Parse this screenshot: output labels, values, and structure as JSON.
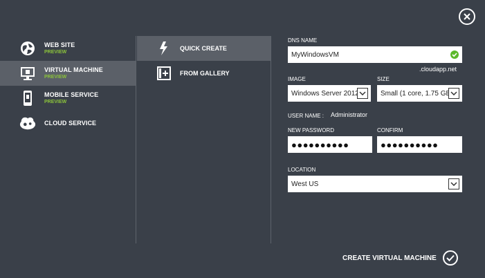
{
  "categories": [
    {
      "label": "WEB SITE",
      "badge": "PREVIEW",
      "icon": "globe-icon"
    },
    {
      "label": "VIRTUAL MACHINE",
      "badge": "PREVIEW",
      "icon": "monitor-icon",
      "selected": true
    },
    {
      "label": "MOBILE SERVICE",
      "badge": "PREVIEW",
      "icon": "mobile-icon"
    },
    {
      "label": "CLOUD SERVICE",
      "badge": "",
      "icon": "gears-icon"
    }
  ],
  "options": [
    {
      "label": "QUICK CREATE",
      "icon": "lightning-icon",
      "selected": true
    },
    {
      "label": "FROM GALLERY",
      "icon": "gallery-plus-icon"
    }
  ],
  "form": {
    "dns_label": "DNS NAME",
    "dns_value": "MyWindowsVM",
    "dns_suffix": ".cloudapp.net",
    "image_label": "IMAGE",
    "image_value": "Windows Server 2012, ",
    "size_label": "SIZE",
    "size_value": "Small (1 core, 1.75 GB",
    "username_label": "USER NAME :",
    "username_value": "Administrator",
    "password_label": "NEW PASSWORD",
    "password_value": "●●●●●●●●●●",
    "confirm_label": "CONFIRM",
    "confirm_value": "●●●●●●●●●●",
    "location_label": "LOCATION",
    "location_value": "West US"
  },
  "actions": {
    "create_label": "CREATE VIRTUAL MACHINE"
  },
  "colors": {
    "background": "#3a4049",
    "selected": "#5b6068",
    "accent_green": "#8cc43b",
    "valid_green": "#5cb82b"
  }
}
